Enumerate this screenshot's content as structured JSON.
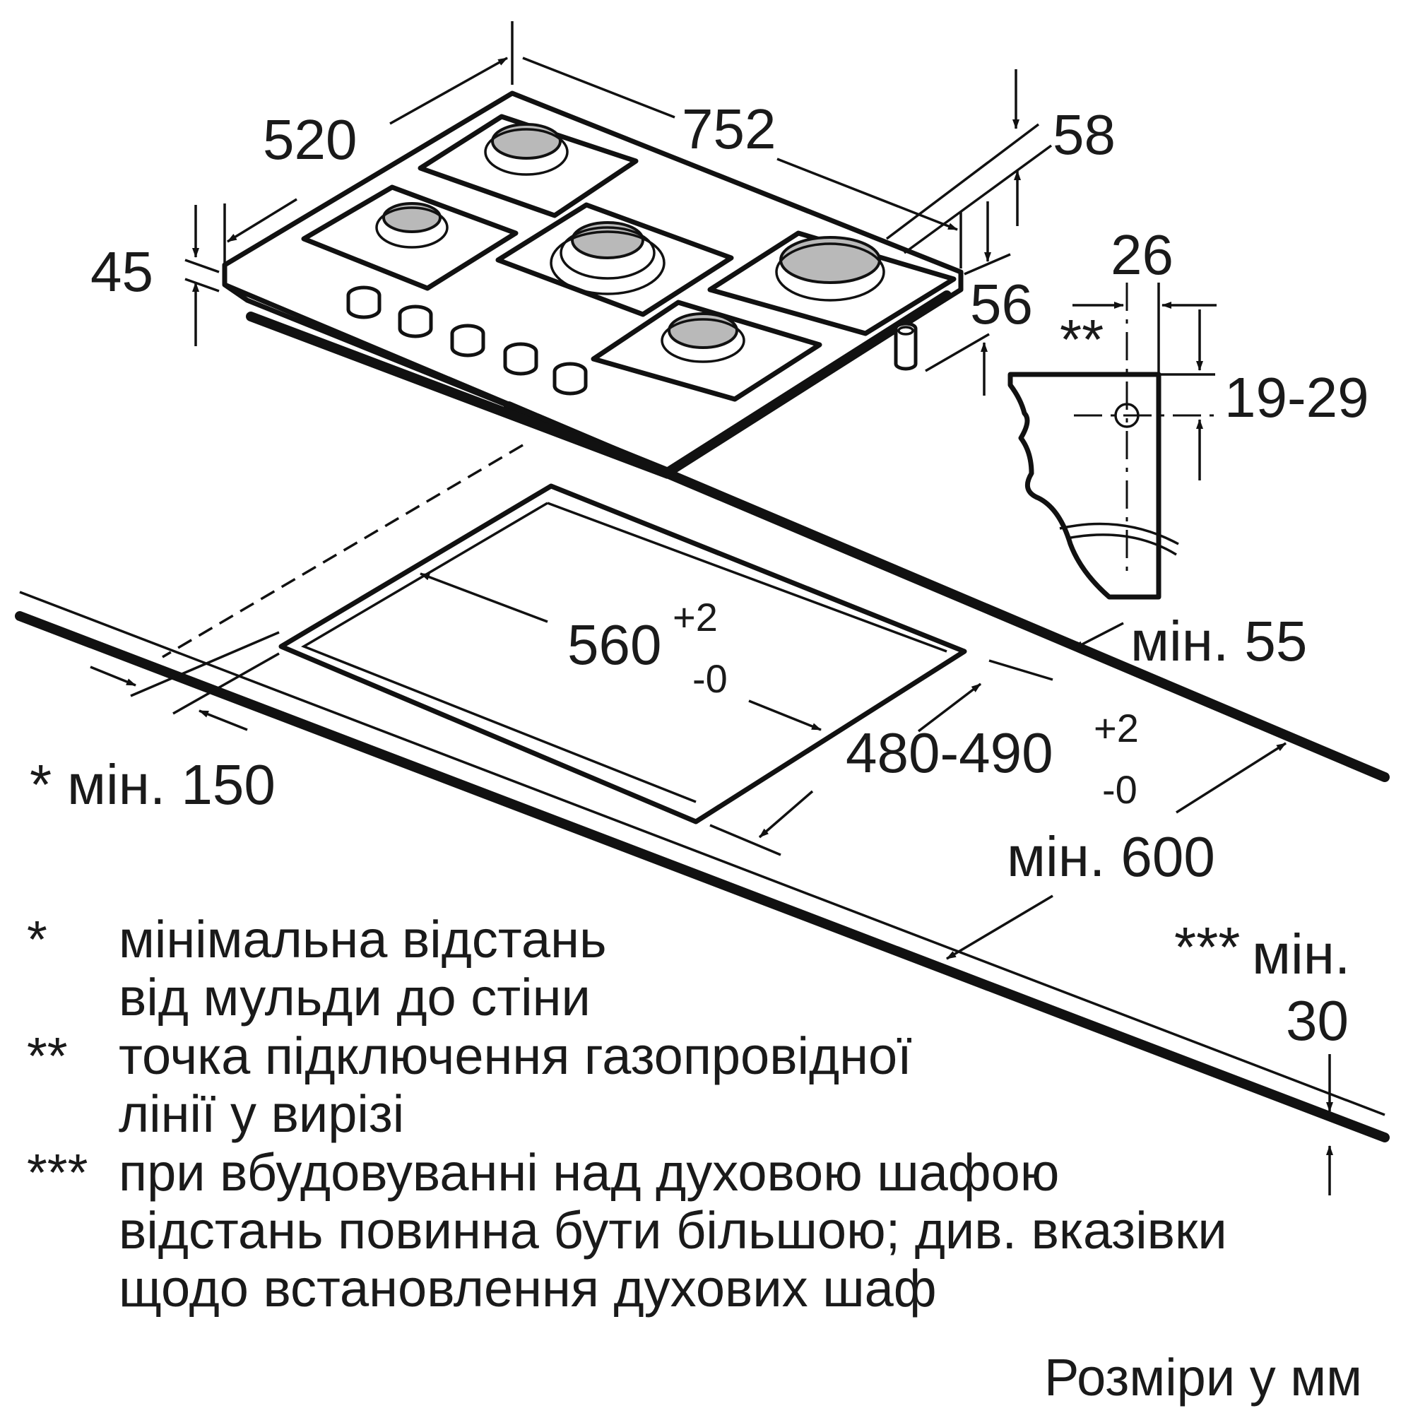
{
  "hob_dimensions": {
    "width": "752",
    "depth": "520",
    "height_left": "45",
    "height_right": "56",
    "top_offset": "58"
  },
  "gas_connection": {
    "dim_width": "26",
    "marker": "**",
    "dim_height": "19-29"
  },
  "cutout": {
    "width_base": "560",
    "width_tol_plus": "+2",
    "width_tol_minus": "-0",
    "depth_base": "480-490",
    "depth_tol_plus": "+2",
    "depth_tol_minus": "-0"
  },
  "clearances": {
    "back_wall": "мін. 55",
    "front_prefix": "*",
    "front": "мін. 150",
    "side": "мін. 600",
    "worktop_prefix": "***",
    "worktop_line1": "мін.",
    "worktop_line2": "30"
  },
  "notes": [
    {
      "marker": "*",
      "lines": [
        "мінімальна відстань",
        "від мульди до стіни"
      ]
    },
    {
      "marker": "**",
      "lines": [
        "точка підключення газопровідної",
        "лінії у вирізі"
      ]
    },
    {
      "marker": "***",
      "lines": [
        "при вбудовуванні над духовою шафою",
        "відстань повинна бути більшою; див. вказівки",
        "щодо встановлення духових шаф"
      ]
    }
  ],
  "units_label": "Розміри у мм"
}
